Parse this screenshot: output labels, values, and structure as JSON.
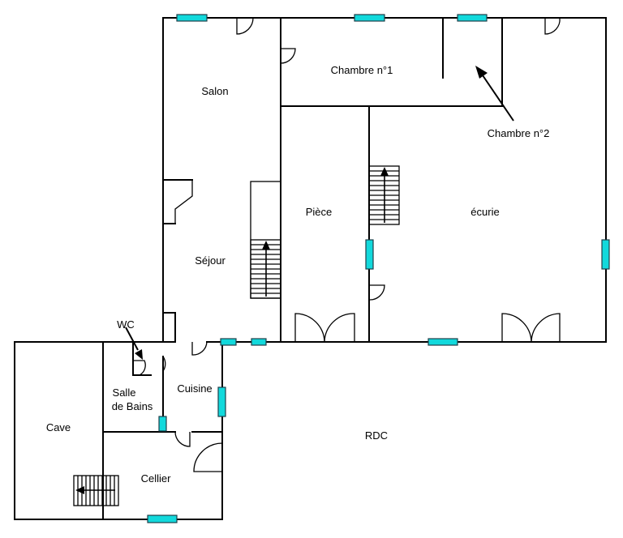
{
  "plan": {
    "colors": {
      "wall": "#000000",
      "window": "#12d9dc",
      "window_border": "#1f3f4a"
    },
    "labels": {
      "salon": "Salon",
      "chambre1": "Chambre n°1",
      "chambre2": "Chambre n°2",
      "piece": "Pièce",
      "ecurie": "écurie",
      "sejour": "Séjour",
      "wc": "WC",
      "salle_de_bains_1": "Salle",
      "salle_de_bains_2": "de Bains",
      "cuisine": "Cuisine",
      "cave": "Cave",
      "cellier": "Cellier",
      "rdc": "RDC"
    }
  }
}
